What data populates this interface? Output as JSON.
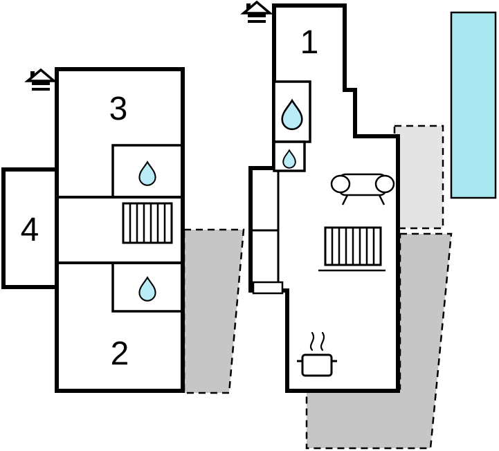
{
  "floorplan": {
    "title": "vacation-home-floor-plan",
    "rooms": {
      "room1": "1",
      "room2": "2",
      "room3": "3",
      "room4": "4"
    },
    "colors": {
      "wall": "#000000",
      "floor": "#ffffff",
      "water": "#b9ecf6",
      "pool": "#a9e7f1",
      "terrace": "#c6c6c6",
      "patio": "#e4e4e4"
    },
    "icons": {
      "entrance": "house-icon",
      "bathroom": "water-drop-icon",
      "stairs": "stairs-icon",
      "living": "sofa-icon",
      "kitchen": "cooking-pot-icon",
      "outdoor_pool": "pool-area",
      "outdoor_terrace": "terrace-area",
      "outdoor_patio": "patio-area"
    }
  }
}
